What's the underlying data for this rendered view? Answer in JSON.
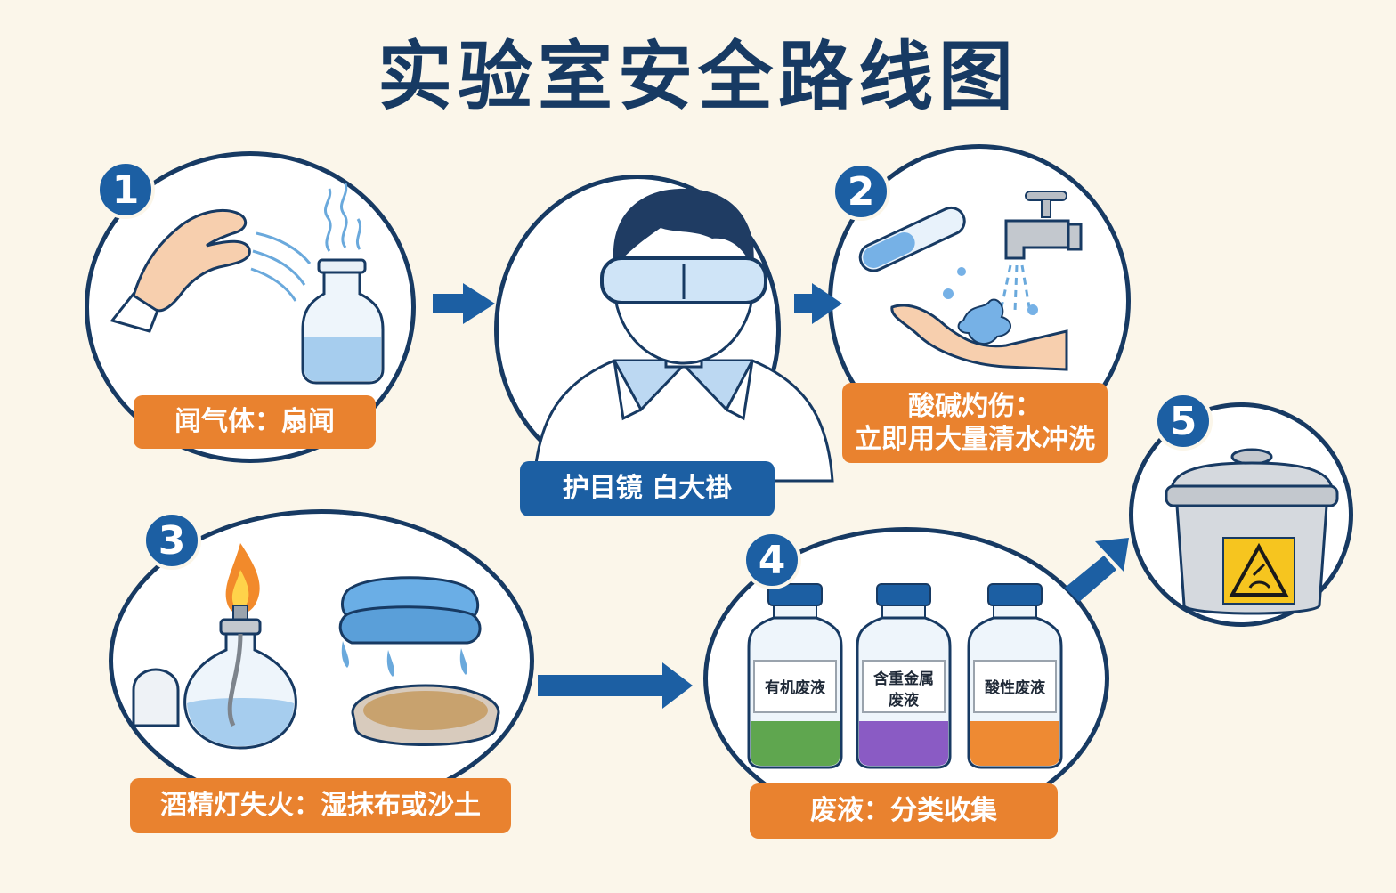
{
  "title": "实验室安全路线图",
  "steps": [
    {
      "number": "1",
      "label": "闻气体：扇闻"
    },
    {
      "number": "2",
      "label_line1": "酸碱灼伤：",
      "label_line2": "立即用大量清水冲洗"
    },
    {
      "number": "3",
      "label": "酒精灯失火：湿抹布或沙土"
    },
    {
      "number": "4",
      "label": "废液：分类收集"
    },
    {
      "number": "5"
    }
  ],
  "center": {
    "label": "护目镜  白大褂"
  },
  "bottles": [
    {
      "line1": "有机废液",
      "line2": "",
      "liquid_color": "#5fa64f"
    },
    {
      "line1": "含重金属",
      "line2": "废液",
      "liquid_color": "#8a5bc4"
    },
    {
      "line1": "酸性废液",
      "line2": "",
      "liquid_color": "#ee8a33"
    }
  ],
  "colors": {
    "navy": "#173a63",
    "blue": "#1c5fa3",
    "orange": "#e9822f",
    "background": "#fbf6ea"
  },
  "icons": [
    "fanning-hand-icon",
    "gas-bottle-icon",
    "scientist-goggles-icon",
    "test-tube-icon",
    "faucet-icon",
    "rinsing-hand-icon",
    "alcohol-lamp-icon",
    "wet-towel-icon",
    "sand-dish-icon",
    "waste-bottle-icon",
    "waste-bin-icon",
    "hazard-sign-icon"
  ]
}
